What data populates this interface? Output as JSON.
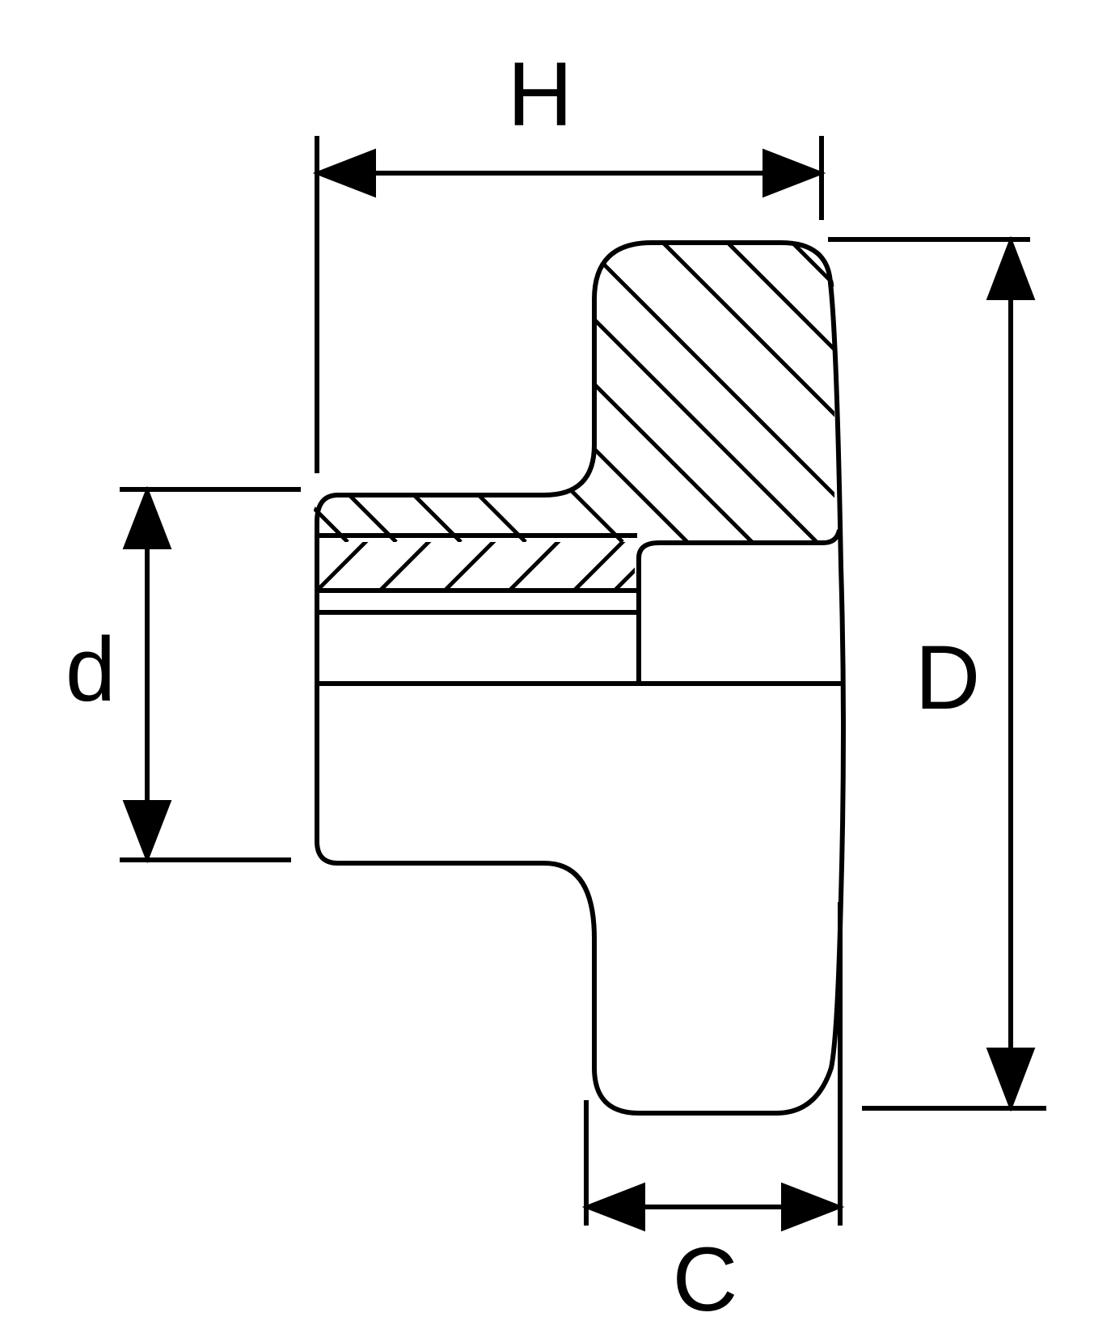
{
  "labels": {
    "H": "H",
    "D": "D",
    "d": "d",
    "C": "C"
  },
  "colors": {
    "line": "#000000",
    "background": "#ffffff"
  }
}
